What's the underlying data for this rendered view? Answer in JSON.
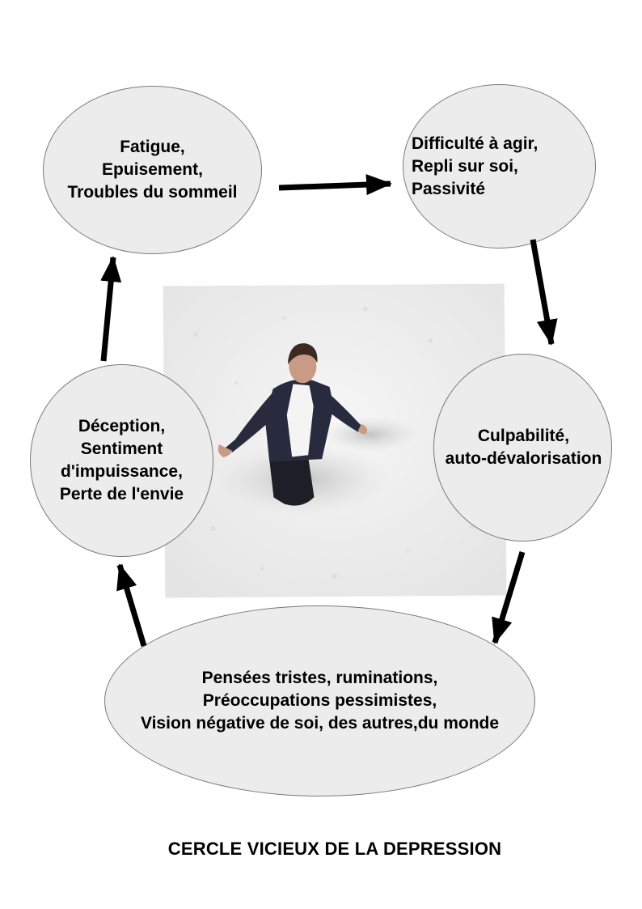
{
  "nodes": {
    "fatigue": [
      "Fatigue,",
      "Epuisement,",
      "Troubles du sommeil"
    ],
    "difficulte": [
      "Difficulté à agir,",
      "Repli sur soi,",
      "Passivité"
    ],
    "culpabilite": [
      "Culpabilité,",
      "auto-dévalorisation"
    ],
    "pensees": [
      "Pensées tristes, ruminations,",
      "Préoccupations pessimistes,",
      "Vision négative de soi, des autres,du monde"
    ],
    "deception": [
      "Déception,",
      "Sentiment",
      "d'impuissance,",
      "Perte de l'envie"
    ]
  },
  "title": "CERCLE VICIEUX DE LA DEPRESSION",
  "colors": {
    "node_fill": "#ececec",
    "node_border": "#7a7a7a",
    "arrow": "#000000"
  }
}
